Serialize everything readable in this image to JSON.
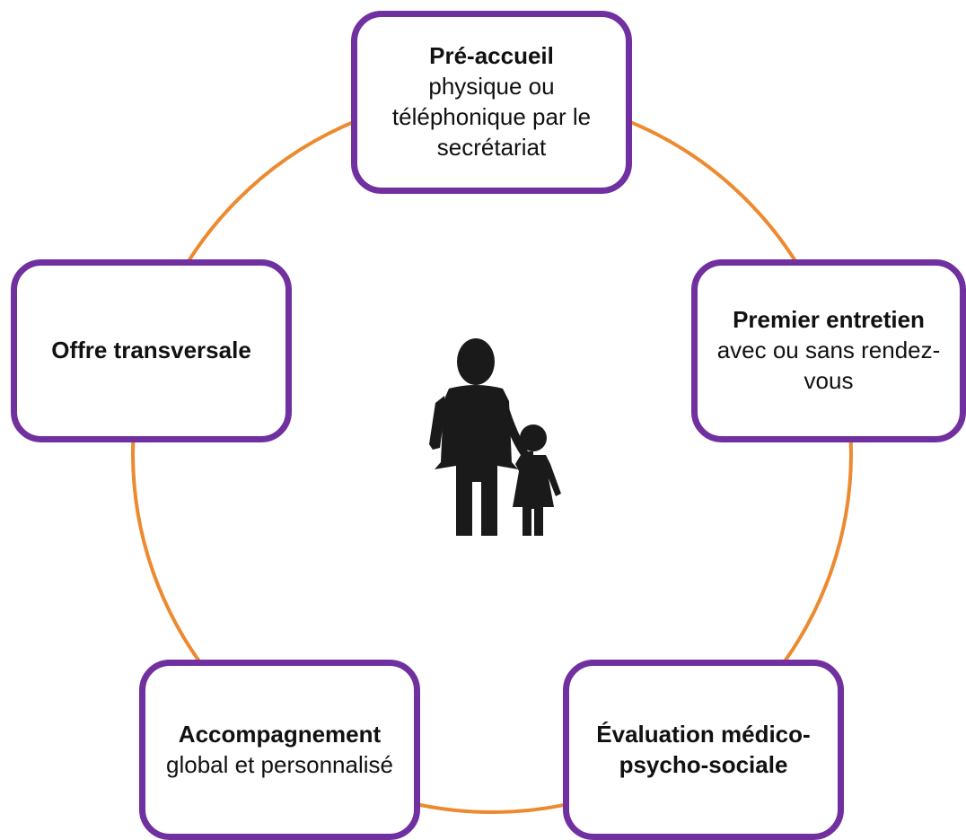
{
  "colors": {
    "box_border": "#7030a0",
    "ring": "#ed8a2f",
    "icon": "#1a1a1a"
  },
  "center_icon": "parent-with-child-icon",
  "steps": [
    {
      "title": "Pré-accueil",
      "description": "physique ou téléphonique par le secrétariat"
    },
    {
      "title": "Premier entretien",
      "description": "avec ou sans rendez-vous"
    },
    {
      "title": "Évaluation médico-psycho-sociale",
      "description": ""
    },
    {
      "title": "Accompagnement",
      "description": "global et personnalisé"
    },
    {
      "title": "Offre transversale",
      "description": ""
    }
  ]
}
